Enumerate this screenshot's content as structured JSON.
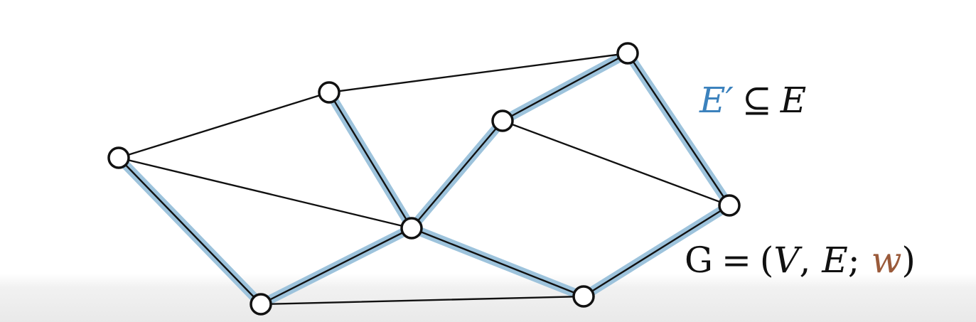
{
  "labels": {
    "subset": {
      "lhs": "E′",
      "op": "⊆",
      "rhs": "E"
    },
    "graph": {
      "name": "G",
      "eq": "=",
      "open": "(",
      "v": "V",
      "comma": ",",
      "e": "E",
      "semicolon": ";",
      "w": "w",
      "close": ")"
    }
  },
  "colors": {
    "edge": "#111111",
    "highlight": "#9dc3dc",
    "node_fill": "#ffffff",
    "node_stroke": "#111111",
    "subset_lhs": "#3c82bd",
    "weight": "#9a5a3a"
  },
  "graph": {
    "nodes": [
      "a",
      "b",
      "c",
      "d",
      "e",
      "f",
      "g",
      "h",
      "i"
    ],
    "edges": [
      {
        "from": "a",
        "to": "b",
        "highlighted": false
      },
      {
        "from": "a",
        "to": "c",
        "highlighted": false
      },
      {
        "from": "a",
        "to": "d",
        "highlighted": true
      },
      {
        "from": "b",
        "to": "e",
        "highlighted": false
      },
      {
        "from": "b",
        "to": "c",
        "highlighted": true
      },
      {
        "from": "c",
        "to": "f",
        "highlighted": true
      },
      {
        "from": "c",
        "to": "d",
        "highlighted": true
      },
      {
        "from": "c",
        "to": "g",
        "highlighted": true
      },
      {
        "from": "d",
        "to": "g",
        "highlighted": false
      },
      {
        "from": "f",
        "to": "e",
        "highlighted": true
      },
      {
        "from": "f",
        "to": "h",
        "highlighted": false
      },
      {
        "from": "e",
        "to": "h",
        "highlighted": true
      },
      {
        "from": "h",
        "to": "g",
        "highlighted": true
      }
    ]
  }
}
